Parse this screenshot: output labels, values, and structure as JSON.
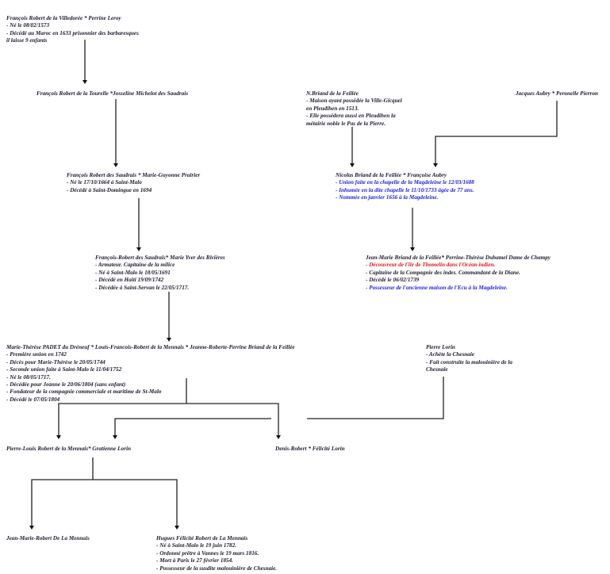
{
  "title": "Arbre généalogique — Famille Robert de la Mennais",
  "colors": {
    "text": "#1a1a2e",
    "blue": "#1f22e0",
    "red": "#e0161a",
    "line": "#222222"
  },
  "nodes": [
    {
      "id": "villedoree",
      "lines": [
        {
          "text": "François Robert de la Villedorée * Perrine Leroy",
          "color": "default"
        },
        {
          "text": "- Né le 08/02/1573",
          "color": "default"
        },
        {
          "text": "- Décédé au Maroc en 1633 prisonnier des barbaresques",
          "color": "default"
        },
        {
          "text": "il laisse 9 enfants",
          "color": "default"
        }
      ]
    },
    {
      "id": "tourelle",
      "lines": [
        {
          "text": "François Robert de la Tourelle *Josseline Michelot des Saudrais",
          "color": "default"
        }
      ]
    },
    {
      "id": "nbriand",
      "lines": [
        {
          "text": "N.Briand de la Feillée",
          "color": "default"
        },
        {
          "text": "- Maison ayant possédée la Ville-Gicquel",
          "color": "default"
        },
        {
          "text": "en Pleudihen en 1513.",
          "color": "default"
        },
        {
          "text": "- Elle possédera aussi en Pleudihen la",
          "color": "default"
        },
        {
          "text": "métairie noble le Pas de la Pierre.",
          "color": "default"
        }
      ]
    },
    {
      "id": "aubry",
      "lines": [
        {
          "text": "Jacques Aubry * Peronelle Pierron",
          "color": "default"
        }
      ]
    },
    {
      "id": "saudrais1",
      "lines": [
        {
          "text": "François Robert des Saudrais * Marie-Guyonne Prairier",
          "color": "default"
        },
        {
          "text": "- Né le 17/10/1664 à Saint-Malo",
          "color": "default"
        },
        {
          "text": "- Décédé à Saint-Domingue en 1694",
          "color": "default"
        }
      ]
    },
    {
      "id": "nicolas",
      "lines": [
        {
          "text": "Nicolas Briand de la Feillée *  Françoise Aubry",
          "color": "default"
        },
        {
          "text": "- Union faite en la chapelle de la Magdeleine le 12/03/1688",
          "color": "blue"
        },
        {
          "text": "- Inhumée en la dite chapelle le 11/10/1733 âgée de 77 ans.",
          "color": "blue"
        },
        {
          "text": "- Nommée en janvier 1656 à la Magdeleine.",
          "color": "blue"
        }
      ]
    },
    {
      "id": "saudrais2",
      "lines": [
        {
          "text": "François-Robert des Saudrais* Marie Yver des Rivières",
          "color": "default"
        },
        {
          "text": "- Armateur. Capitaine de la milice",
          "color": "default"
        },
        {
          "text": "- Né à Saint-Malo le 18/05/1691",
          "color": "default"
        },
        {
          "text": "- Décédé en Haïti 19/09/1742",
          "color": "default"
        },
        {
          "text": "- Décédée à Saint-Servan le 22/05/1717.",
          "color": "default"
        }
      ]
    },
    {
      "id": "jeanmarie",
      "lines": [
        {
          "text": "Jean-Marie Briand de la Feillée* Perrine-Thérèse Duhamel Dame de Champy",
          "color": "default"
        },
        {
          "text": "- Découvreur de l'île de Thomelin dans l'Océan indien.",
          "color": "red"
        },
        {
          "text": "- Capitaine de la Compagnie des indes. Commandant de la Diane.",
          "color": "default"
        },
        {
          "text": "- Décédé le 06/02/1739",
          "color": "default"
        },
        {
          "text": "- Possesseur de l'ancienne maison de l'Ecu à la Magdeleine.",
          "color": "blue"
        }
      ]
    },
    {
      "id": "louisfrancois",
      "lines": [
        {
          "text": "Marie-Thérèse PADET du Dréneuf  * Louis-Francois-Robert de la Mennais * Jeanne-Roberte-Perrine Briand de la Feillée",
          "color": "default"
        },
        {
          "text": "- Première union en 1742",
          "color": "default"
        },
        {
          "text": "- Décès pour Marie-Thérèse le 20/05/1744",
          "color": "default"
        },
        {
          "text": "- Seconde union faite à Saint-Malo le 11/04/1752",
          "color": "default"
        },
        {
          "text": "- Né le 08/05/1717.",
          "color": "default"
        },
        {
          "text": "- Décédée pour Jeanne le 20/06/1804 (sans enfant)",
          "color": "default"
        },
        {
          "text": "- Fondateur de la compagnie commerciale et maritime de St-Malo",
          "color": "default"
        },
        {
          "text": "- Décédé le 07/05/1804",
          "color": "default"
        }
      ]
    },
    {
      "id": "lorin",
      "lines": [
        {
          "text": "Pierre Lorin",
          "color": "default"
        },
        {
          "text": "- Achète la Chesnaie",
          "color": "default"
        },
        {
          "text": "- Fait construite la malouinière de la",
          "color": "default"
        },
        {
          "text": "Chesnaie",
          "color": "default"
        }
      ]
    },
    {
      "id": "pierrelouis",
      "lines": [
        {
          "text": "Pierre-Louis Robert de la Mennais* Gratienne Lorin",
          "color": "default"
        }
      ]
    },
    {
      "id": "denis",
      "lines": [
        {
          "text": "Denis-Robert * Félicité Lorin",
          "color": "default"
        }
      ]
    },
    {
      "id": "jeanmarierobert",
      "lines": [
        {
          "text": "Jean-Marie-Robert De La Mennais",
          "color": "default"
        }
      ]
    },
    {
      "id": "hugues",
      "lines": [
        {
          "text": "Hugues Félicité Robert de La Mennais",
          "color": "default"
        },
        {
          "text": "- Né à Saint-Malo le 19 juin 1782.",
          "color": "default"
        },
        {
          "text": "- Ordonné prêtre à Vannes le 19 mars 1816.",
          "color": "default"
        },
        {
          "text": "- Mort à Paris le 27 février 1854.",
          "color": "default"
        },
        {
          "text": "- Possesseur de la susdite malouinière de Chesnaie.",
          "color": "default"
        }
      ]
    }
  ],
  "links": [
    {
      "from": "villedoree",
      "to": "tourelle"
    },
    {
      "from": "tourelle",
      "to": "saudrais1"
    },
    {
      "from": "saudrais1",
      "to": "saudrais2"
    },
    {
      "from": "saudrais2",
      "to": "louisfrancois"
    },
    {
      "from": "nbriand",
      "to": "nicolas"
    },
    {
      "from": "aubry",
      "to": "nicolas"
    },
    {
      "from": "nicolas",
      "to": "jeanmarie"
    },
    {
      "from": "louisfrancois",
      "to": "pierrelouis"
    },
    {
      "from": "louisfrancois",
      "to": "denis"
    },
    {
      "from": "lorin",
      "to": "pierrelouis"
    },
    {
      "from": "pierrelouis",
      "to": "jeanmarierobert"
    },
    {
      "from": "pierrelouis",
      "to": "hugues"
    }
  ]
}
